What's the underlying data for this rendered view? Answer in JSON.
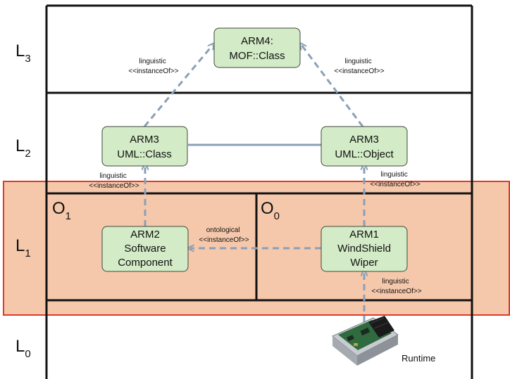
{
  "levels": {
    "l3": {
      "base": "L",
      "sub": "3"
    },
    "l2": {
      "base": "L",
      "sub": "2"
    },
    "l1": {
      "base": "L",
      "sub": "1"
    },
    "l0": {
      "base": "L",
      "sub": "0"
    }
  },
  "regions": {
    "o1": {
      "base": "O",
      "sub": "1"
    },
    "o0": {
      "base": "O",
      "sub": "0"
    }
  },
  "nodes": {
    "arm4": {
      "line1": "ARM4:",
      "line2": "MOF::Class"
    },
    "arm3_class": {
      "line1": "ARM3",
      "line2": "UML::Class"
    },
    "arm3_object": {
      "line1": "ARM3",
      "line2": "UML::Object"
    },
    "arm2": {
      "line1": "ARM2",
      "line2": "Software",
      "line3": "Component"
    },
    "arm1": {
      "line1": "ARM1",
      "line2": "WindShield",
      "line3": "Wiper"
    }
  },
  "relations": {
    "ling_class_to_arm4": {
      "line1": "linguistic",
      "line2": "<<instanceOf>>"
    },
    "ling_object_to_arm4": {
      "line1": "linguistic",
      "line2": "<<instanceOf>>"
    },
    "ling_arm2_to_class": {
      "line1": "linguistic",
      "line2": "<<instanceOf>>"
    },
    "ling_arm1_to_object": {
      "line1": "linguistic",
      "line2": "<<instanceOf>>"
    },
    "onto_arm1_to_arm2": {
      "line1": "ontological",
      "line2": "<<instanceOf>>"
    },
    "ling_runtime_to_arm1": {
      "line1": "linguistic",
      "line2": "<<instanceOf>>"
    }
  },
  "runtime": {
    "label": "Runtime"
  },
  "colors": {
    "box_fill": "#d3ebc6",
    "highlight_fill": "#f6c8ab",
    "highlight_border": "#e03a2a",
    "arrow": "#8aa0b8"
  }
}
